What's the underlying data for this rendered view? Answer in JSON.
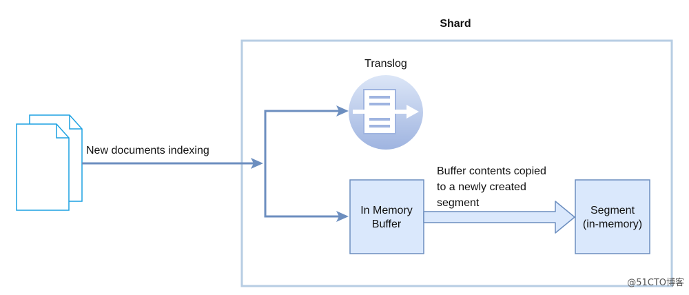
{
  "diagram": {
    "shard_title": "Shard",
    "translog_title": "Translog",
    "indexing_label": "New documents indexing",
    "buffer_label_line1": "In Memory",
    "buffer_label_line2": "Buffer",
    "copy_label_line1": "Buffer contents copied",
    "copy_label_line2": "to a newly created",
    "copy_label_line3": "segment",
    "segment_label_line1": "Segment",
    "segment_label_line2": "(in-memory)"
  },
  "watermark": "@51CTO博客",
  "colors": {
    "shard_border": "#b7cde3",
    "arrow": "#6c8ebf",
    "box_fill": "#dae8fc",
    "box_border": "#6c8ebf",
    "doc_stroke": "#1ba1e2",
    "translog_light": "#dae8fc",
    "translog_dark": "#9fb6e3"
  },
  "icons": [
    "document-stack-icon",
    "translog-icon"
  ]
}
